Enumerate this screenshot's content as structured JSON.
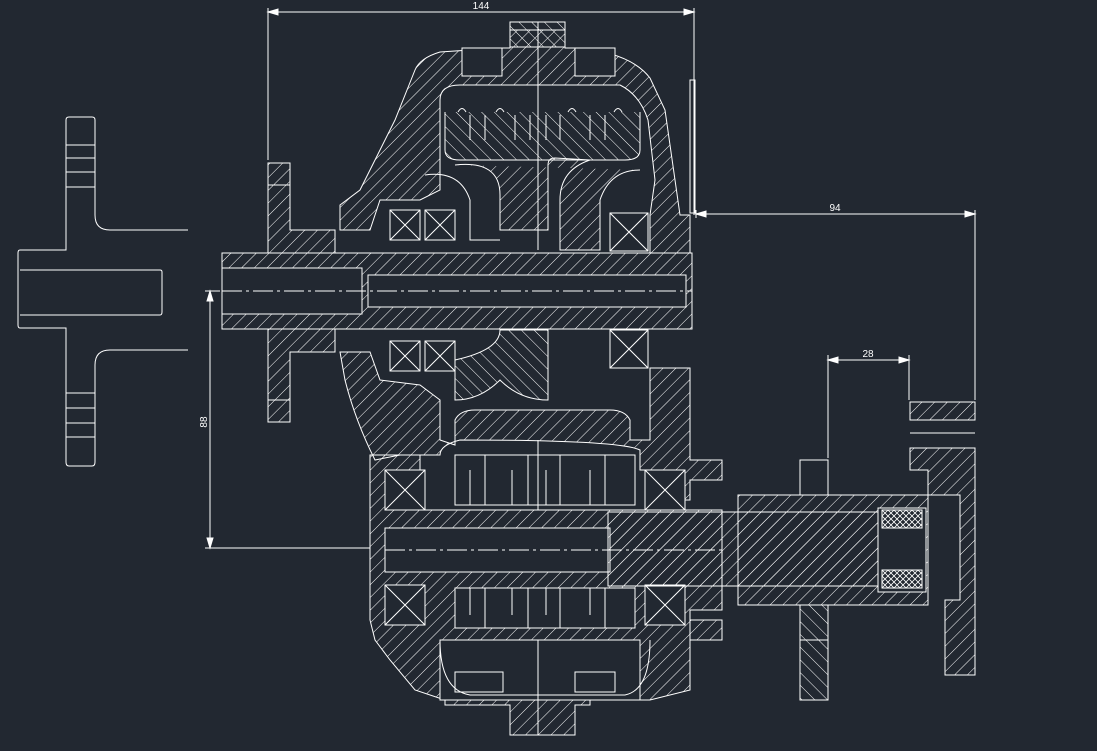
{
  "drawing": {
    "background": "#222831",
    "line_color": "#ffffff",
    "dimensions": {
      "top_width": "144",
      "right_offset": "94",
      "flange_width": "28",
      "shaft_spacing": "88"
    }
  }
}
